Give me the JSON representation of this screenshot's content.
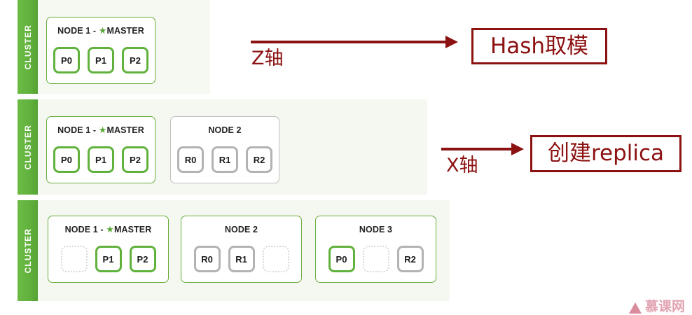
{
  "rows": [
    {
      "cluster_label": "CLUSTER",
      "nodes": [
        {
          "title_prefix": "NODE 1 - ",
          "star": "★",
          "title_suffix": "MASTER",
          "slots": [
            {
              "label": "P0",
              "kind": "p"
            },
            {
              "label": "P1",
              "kind": "p"
            },
            {
              "label": "P2",
              "kind": "p"
            }
          ]
        }
      ]
    },
    {
      "cluster_label": "CLUSTER",
      "nodes": [
        {
          "title_prefix": "NODE 1 - ",
          "star": "★",
          "title_suffix": "MASTER",
          "slots": [
            {
              "label": "P0",
              "kind": "p"
            },
            {
              "label": "P1",
              "kind": "p"
            },
            {
              "label": "P2",
              "kind": "p"
            }
          ]
        },
        {
          "title_prefix": "NODE 2",
          "star": "",
          "title_suffix": "",
          "slots": [
            {
              "label": "R0",
              "kind": "r"
            },
            {
              "label": "R1",
              "kind": "r"
            },
            {
              "label": "R2",
              "kind": "r"
            }
          ]
        }
      ]
    },
    {
      "cluster_label": "CLUSTER",
      "nodes": [
        {
          "title_prefix": "NODE 1 - ",
          "star": "★",
          "title_suffix": "MASTER",
          "slots": [
            {
              "label": "",
              "kind": "empty"
            },
            {
              "label": "P1",
              "kind": "p"
            },
            {
              "label": "P2",
              "kind": "p"
            }
          ]
        },
        {
          "title_prefix": "NODE 2",
          "star": "",
          "title_suffix": "",
          "slots": [
            {
              "label": "R0",
              "kind": "r"
            },
            {
              "label": "R1",
              "kind": "r"
            },
            {
              "label": "",
              "kind": "empty"
            }
          ]
        },
        {
          "title_prefix": "NODE 3",
          "star": "",
          "title_suffix": "",
          "slots": [
            {
              "label": "P0",
              "kind": "p"
            },
            {
              "label": "",
              "kind": "empty"
            },
            {
              "label": "R2",
              "kind": "r"
            }
          ]
        }
      ]
    }
  ],
  "annotations": [
    {
      "axis_label": "Z轴",
      "box_label": "Hash取模"
    },
    {
      "axis_label": "X轴",
      "box_label": "创建replica"
    }
  ],
  "watermark": {
    "text": "慕课网"
  },
  "colors": {
    "cluster_green": "#63b23f",
    "node_green": "#6aae3d",
    "slot_green": "#61b23c",
    "slot_grey": "#b3b3b3",
    "annotation_red": "#8c1111",
    "panel_bg": "#f4f8f0",
    "watermark_pink": "#dd93a4"
  }
}
